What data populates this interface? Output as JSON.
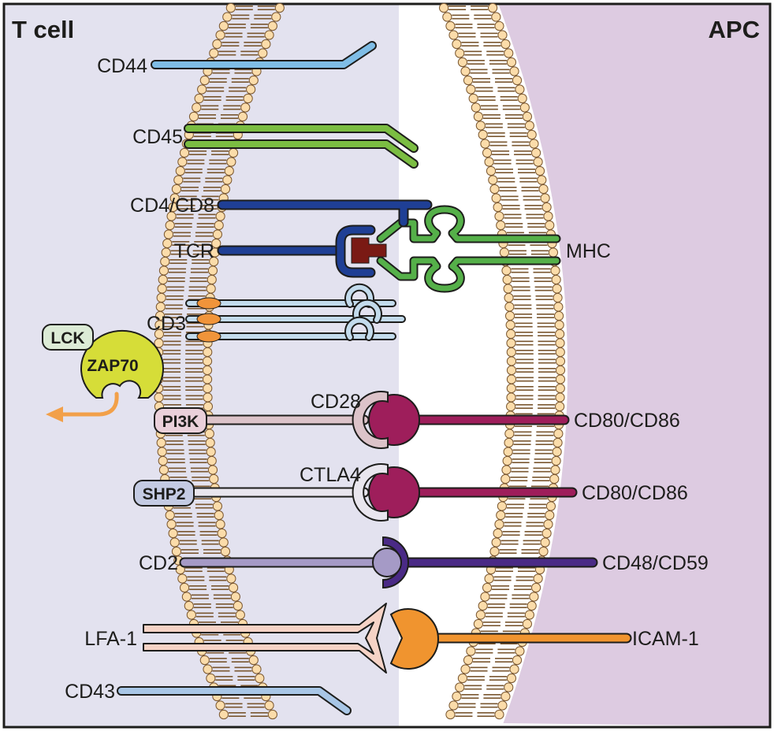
{
  "cells": {
    "left": "T cell",
    "right": "APC"
  },
  "colors": {
    "tcell_bg": "#e3e2ef",
    "apc_bg": "#ddcbe1",
    "membrane_head": "#fbdcaa",
    "membrane_tail": "#7a5730",
    "cd44": "#7fbde6",
    "cd45": "#7bbd42",
    "tcr_cd4": "#1f3f95",
    "mhc": "#55b049",
    "peptide": "#7a1a14",
    "cd3": "#c3dbec",
    "cd3_tail": "#f0943a",
    "b7": "#9e1e5b",
    "cd28_ctla4": "#dcc3c9",
    "cd2": "#a59ac6",
    "cd48": "#4a2a86",
    "lfa1": "#f6d3c6",
    "icam1": "#f0942f",
    "cd43": "#a8c6e6",
    "zap70": "#d6dd38",
    "lck": "#dcebd6",
    "pi3k": "#ead0da",
    "shp2": "#c4cbe3",
    "arrow": "#f2a049"
  },
  "molecules": {
    "cd44": "CD44",
    "cd45": "CD45",
    "cd4_cd8": "CD4/CD8",
    "tcr": "TCR",
    "mhc": "MHC",
    "cd3": "CD3",
    "cd28": "CD28",
    "cd80_cd86_1": "CD80/CD86",
    "ctla4": "CTLA4",
    "cd80_cd86_2": "CD80/CD86",
    "cd2": "CD2",
    "cd48_cd59": "CD48/CD59",
    "lfa1": "LFA-1",
    "icam1": "ICAM-1",
    "cd43": "CD43"
  },
  "signaling": {
    "lck": "LCK",
    "zap70": "ZAP70",
    "pi3k": "PI3K",
    "shp2": "SHP2"
  }
}
